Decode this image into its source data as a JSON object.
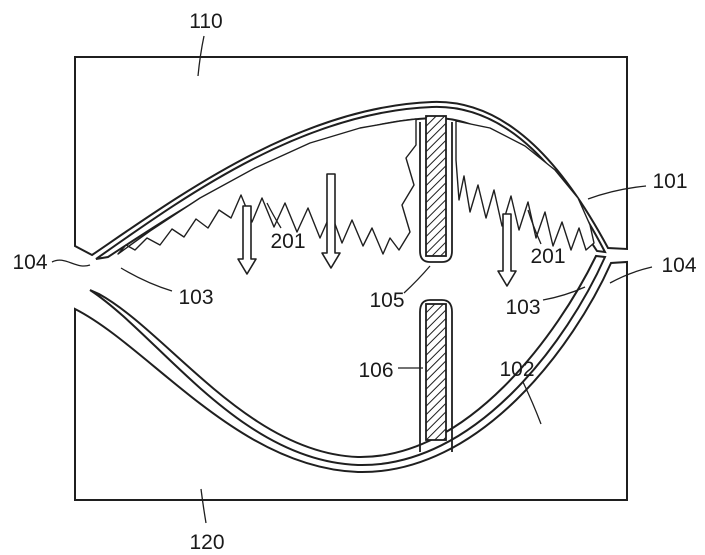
{
  "figure": {
    "labels": {
      "top_mold": "110",
      "bottom_mold": "120",
      "upper_shell": "101",
      "lower_shell": "102",
      "edge_left": "104",
      "edge_right": "104",
      "layup_left": "103",
      "layup_right": "103",
      "press_left": "201",
      "press_right": "201",
      "upper_web": "105",
      "lower_web": "106"
    },
    "colors": {
      "line": "#1f1f1f",
      "background": "#ffffff"
    }
  }
}
